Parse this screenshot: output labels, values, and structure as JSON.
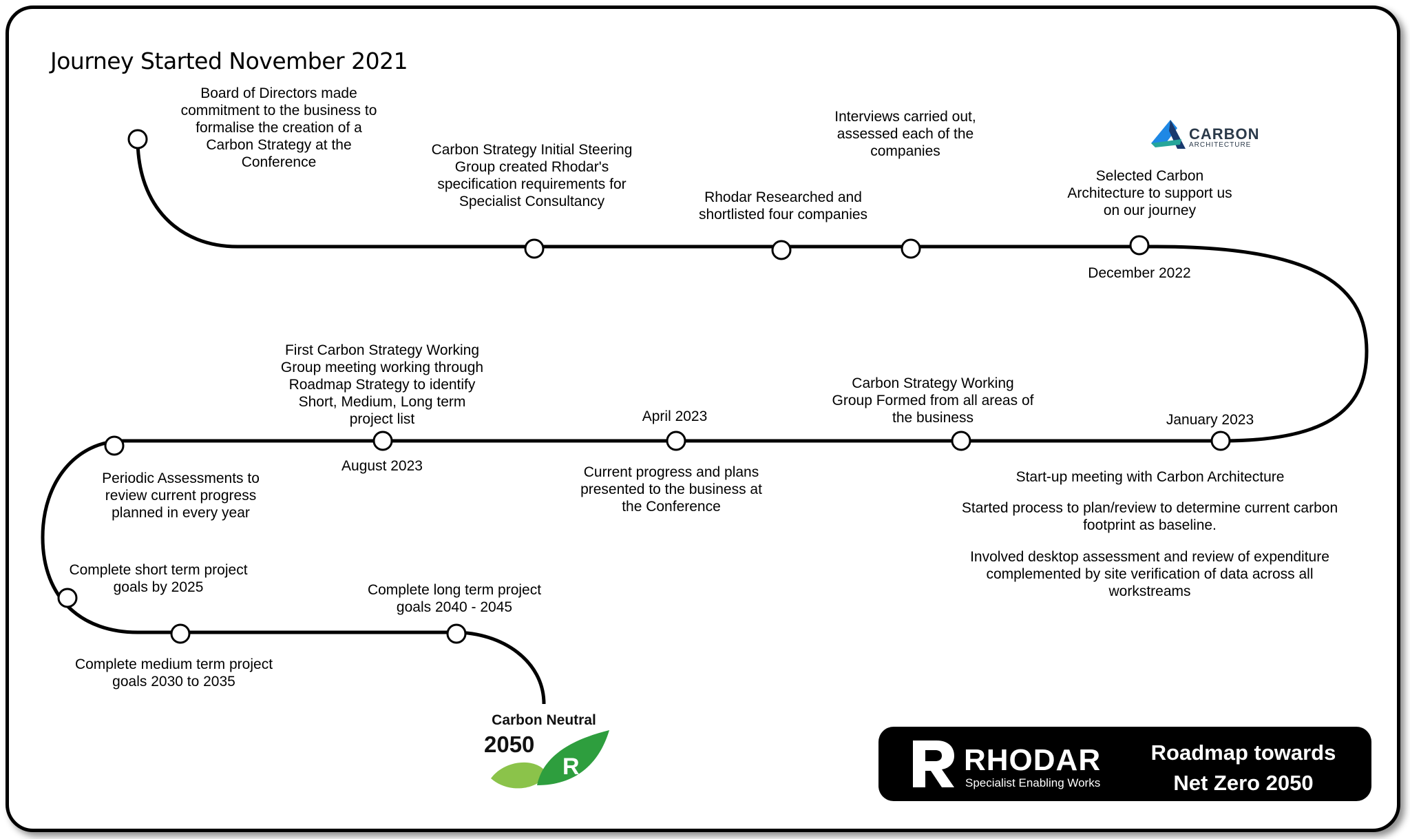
{
  "journey_title": "Journey Started November 2021",
  "milestones": {
    "board": "Board of Directors made\ncommitment  to the business to\nformalise the creation of a\nCarbon Strategy at the\nConference",
    "steering": "Carbon Strategy Initial Steering\nGroup created Rhodar's\nspecification requirements for\nSpecialist Consultancy",
    "research": "Rhodar Researched and\nshortlisted four companies",
    "interviews": "Interviews carried out,\nassessed each of the\ncompanies",
    "selected": "Selected Carbon\nArchitecture  to support us\non our journey",
    "working_group": "Carbon Strategy Working\nGroup Formed from all areas of\nthe business",
    "first_meeting": "First Carbon Strategy Working\nGroup meeting working through\nRoadmap  Strategy to identify\nShort, Medium, Long term\nproject list",
    "progress": "Current progress and plans\npresented to the business at\nthe Conference",
    "startup": "Start-up meeting with Carbon Architecture",
    "baseline": "Started process to plan/review to determine  current carbon\nfootprint as baseline.",
    "desktop": "Involved desktop assessment and review of expenditure\ncomplemented  by site verification of data across all\nworkstreams",
    "periodic": "Periodic Assessments  to\nreview current progress\nplanned in every year",
    "short_term": "Complete  short term project\ngoals by 2025",
    "medium_term": "Complete  medium  term project\ngoals 2030 to 2035",
    "long_term": "Complete  long term project\ngoals 2040 - 2045"
  },
  "dates": {
    "dec_2022": "December  2022",
    "jan_2023": "January 2023",
    "apr_2023": "April 2023",
    "aug_2023": "August  2023"
  },
  "carbon_architecture_logo": {
    "word": "CARBON",
    "sub": "ARCHITECTURE"
  },
  "carbon_neutral_badge": {
    "title": "Carbon Neutral",
    "year": "2050",
    "letter": "R"
  },
  "brand": {
    "name": "RHODAR",
    "tagline": "Specialist Enabling Works",
    "roadmap_title": "Roadmap towards\nNet Zero 2050"
  },
  "colors": {
    "line": "#000000",
    "ca_blue": "#1e88e5",
    "ca_teal": "#26a69a",
    "ca_navy": "#1a3a6e",
    "leaf_light": "#8bc34a",
    "leaf_dark": "#2e9e3e",
    "brand_bg": "#000000"
  }
}
